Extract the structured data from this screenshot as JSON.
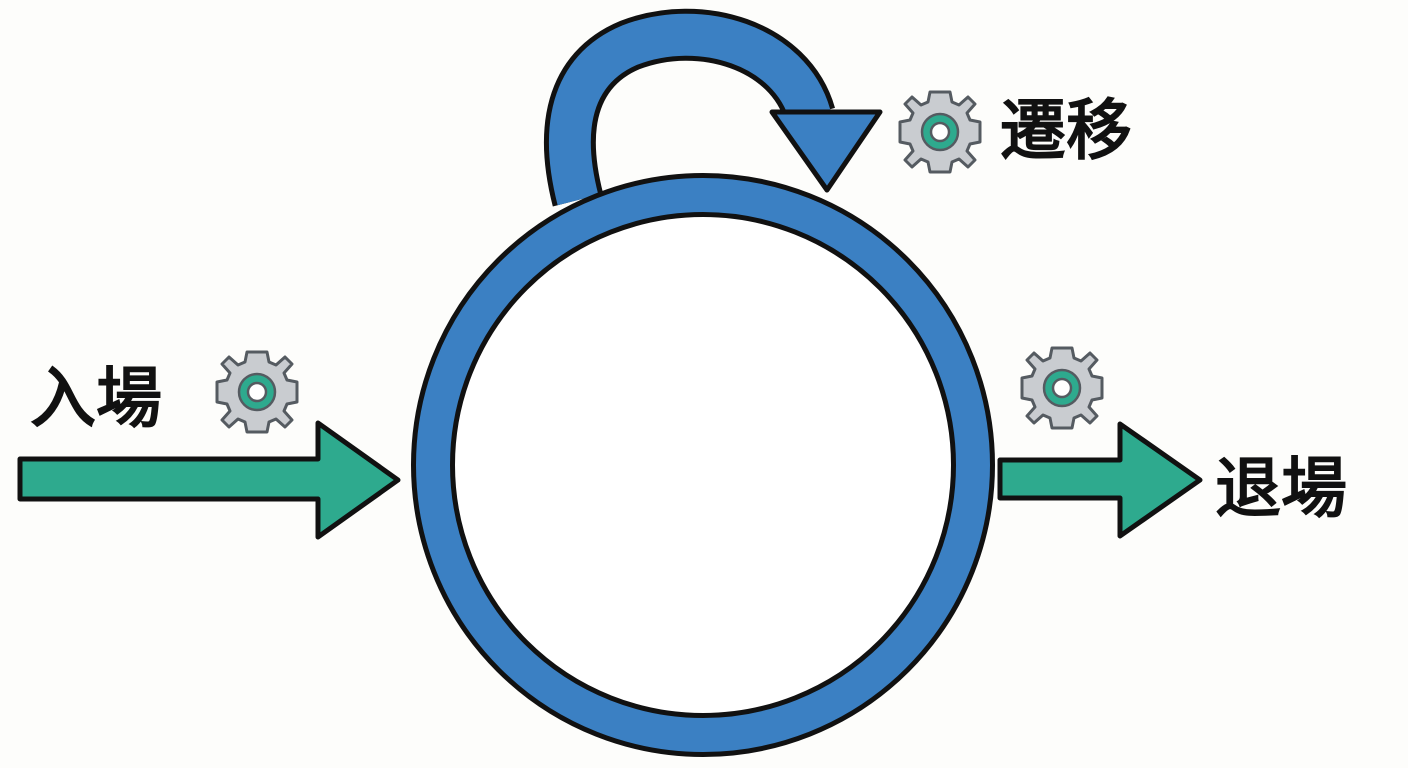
{
  "labels": {
    "enter": "入場",
    "transition": "遷移",
    "exit": "退場"
  },
  "icons": {
    "enter": "gear-icon",
    "transition": "gear-icon",
    "exit": "gear-icon"
  },
  "colors": {
    "loop": "#3b80c3",
    "arrow": "#2eaa8e",
    "gear": "#c9ccd0",
    "gear_center": "#2eaa8e",
    "outline": "#111111",
    "background": "#fdfdfb"
  }
}
